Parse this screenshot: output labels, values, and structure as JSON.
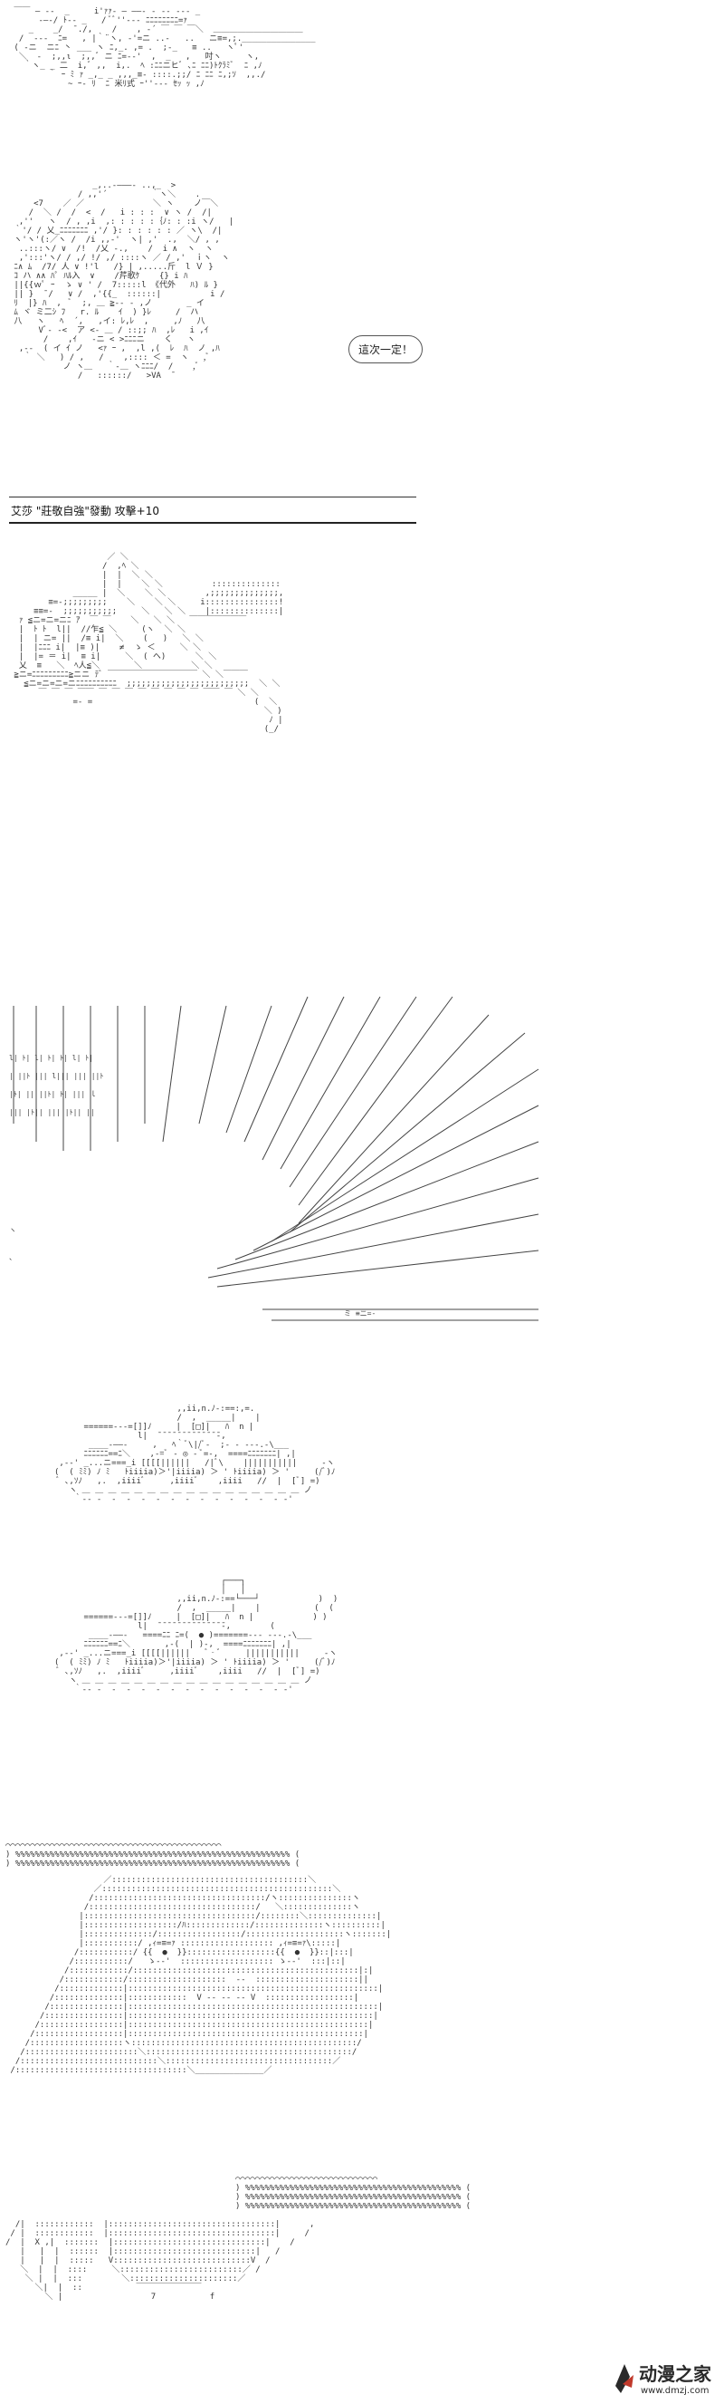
{
  "speech_bubble": {
    "text": "這次一定！"
  },
  "caption": {
    "text": "艾莎 \"莊敬自強\"發動 攻擊+10"
  },
  "watermark": {
    "brand": "动漫之家",
    "url": "www.dmzj.com"
  },
  "icons": {
    "logo": "dmzj-logo-icon",
    "explosion": "explosion-burst-icon"
  }
}
